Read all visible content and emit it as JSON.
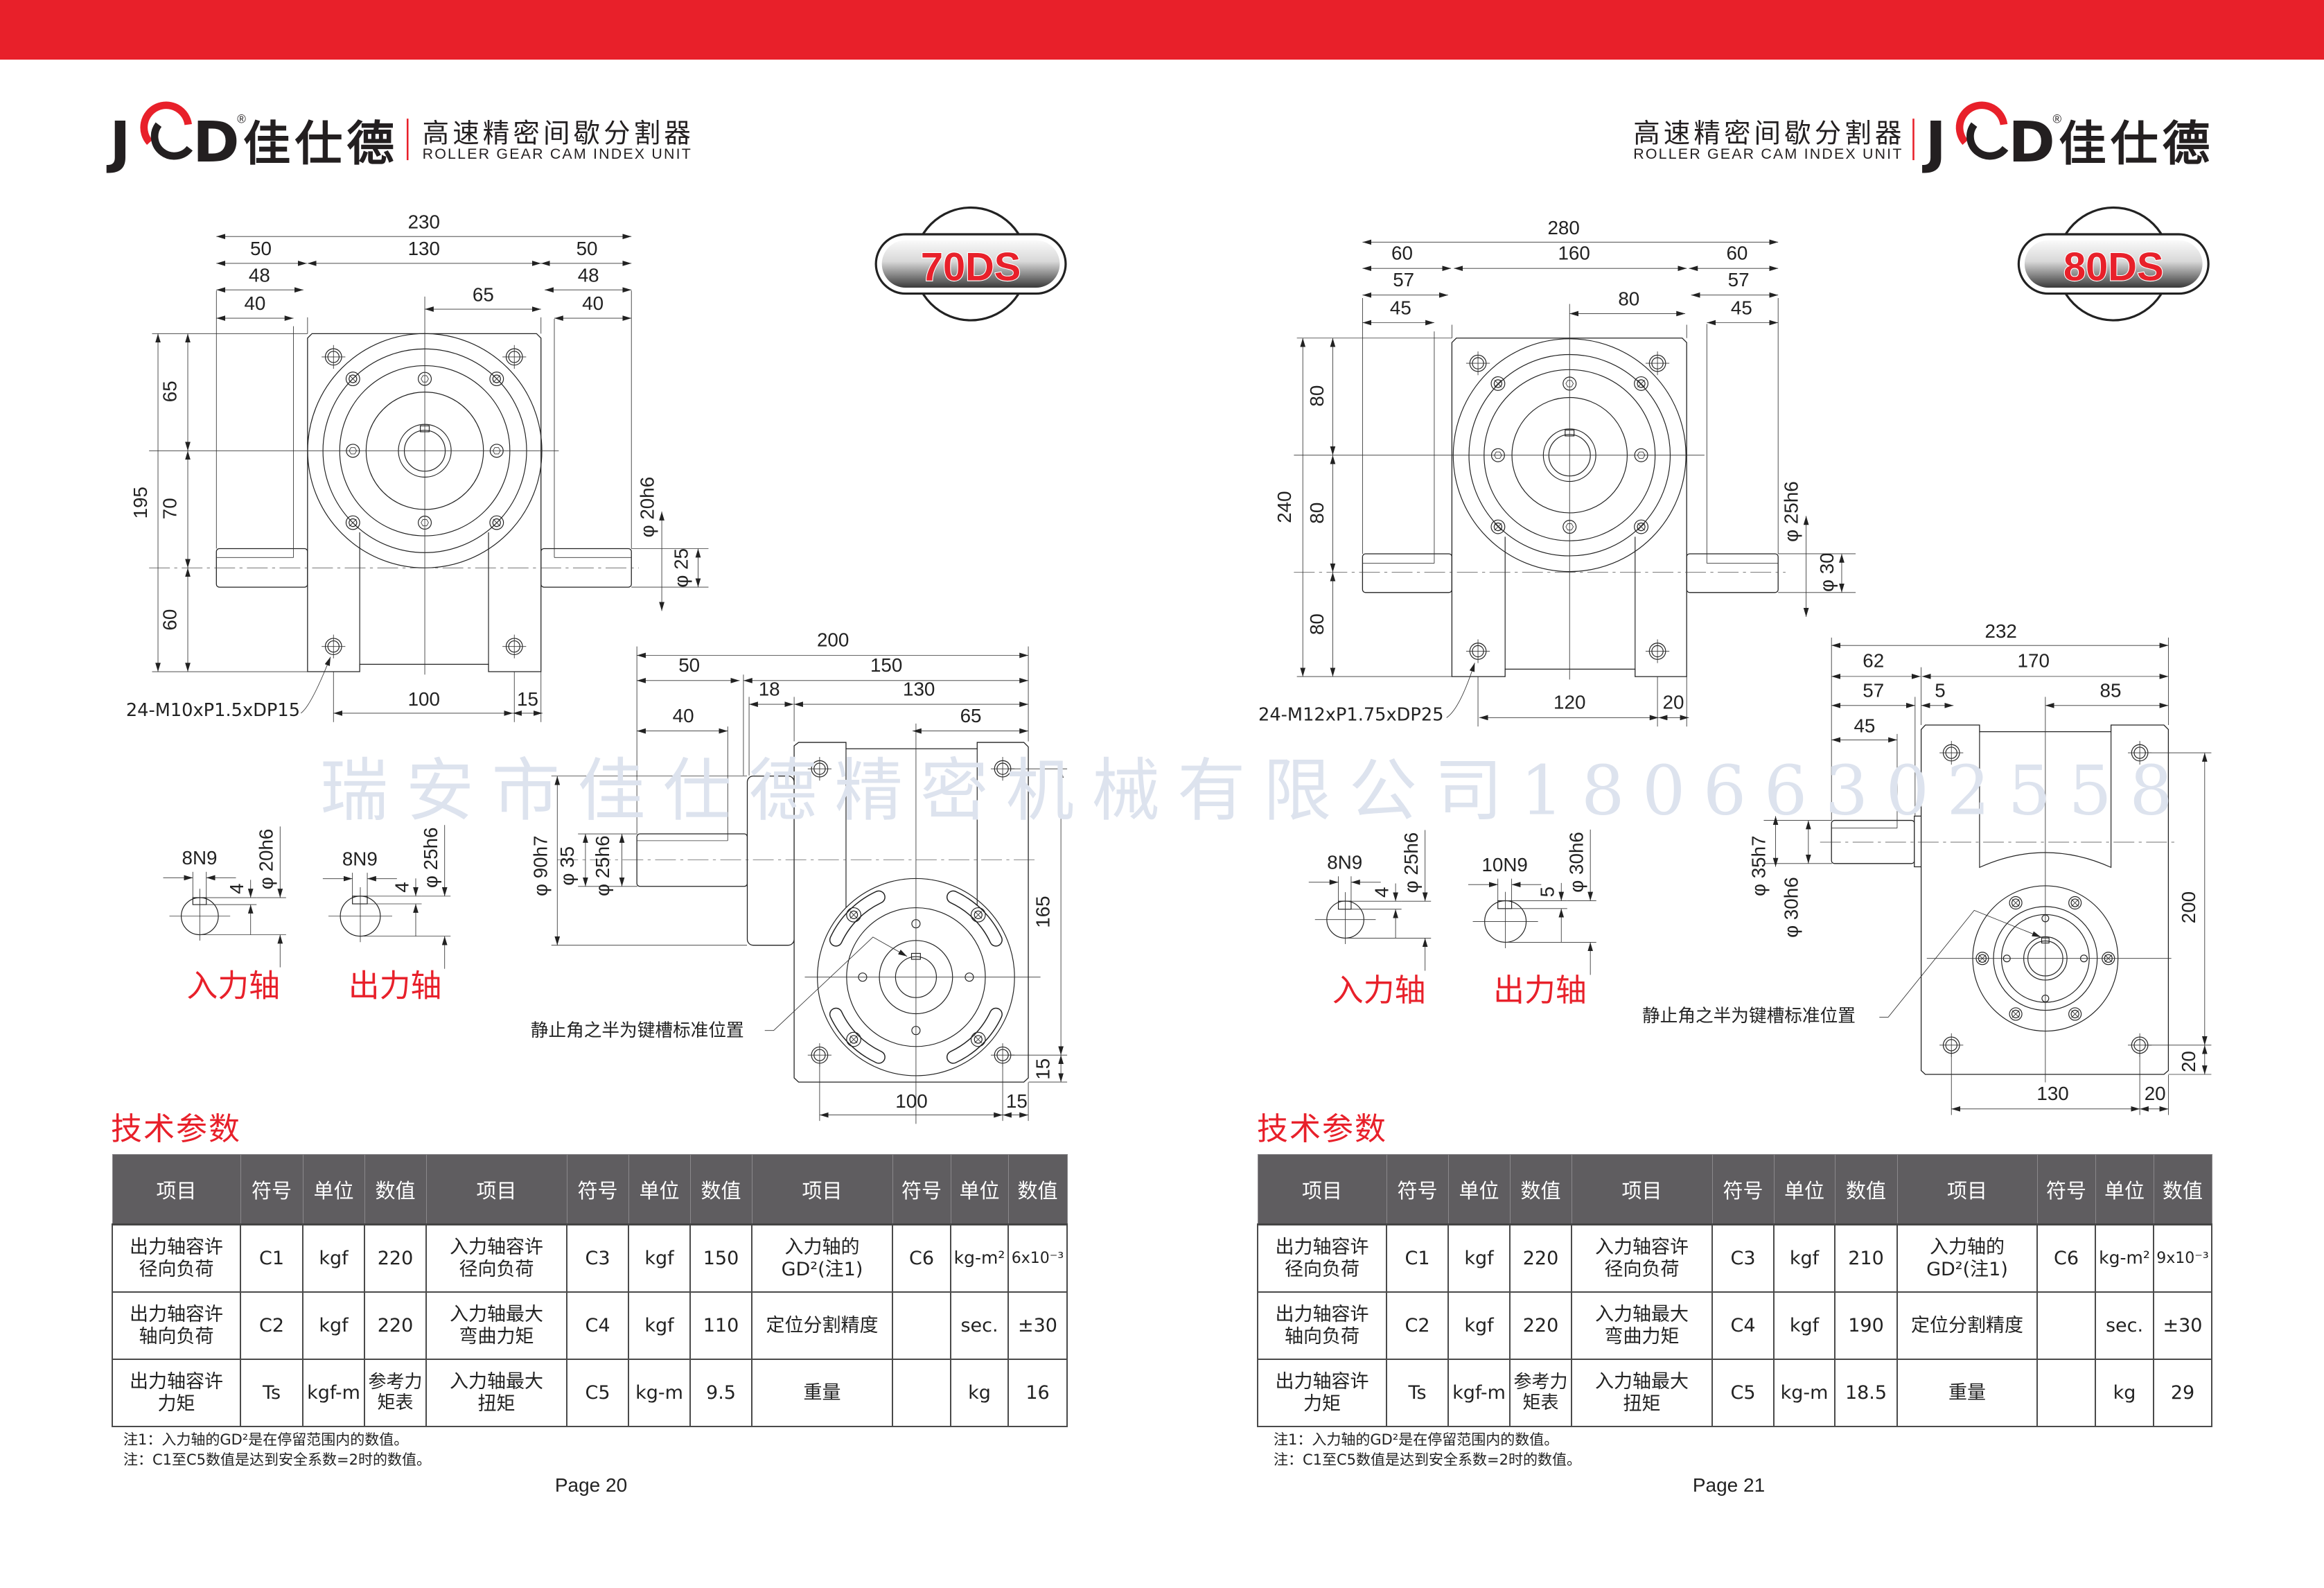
{
  "watermark": "瑞安市佳仕德精密机械有限公司18066302558",
  "colors": {
    "brand_red": "#e8202a",
    "table_header": "#5f5d60",
    "watermark": "#dde3ee"
  },
  "pages": [
    {
      "logo": {
        "j": "J",
        "d": "D",
        "mark": "®",
        "cn": "佳仕德"
      },
      "header": {
        "cn": "高速精密间歇分割器",
        "en": "ROLLER GEAR CAM INDEX UNIT"
      },
      "model": "70DS",
      "front": {
        "dims": [
          "230",
          "50",
          "130",
          "50",
          "48",
          "48",
          "65",
          "40",
          "40",
          "195",
          "65",
          "70",
          "60",
          "φ 20h6",
          "φ 25",
          "100",
          "15"
        ],
        "note": "24-M10xP1.5xDP15"
      },
      "side": {
        "dims": [
          "200",
          "50",
          "150",
          "18",
          "130",
          "40",
          "65",
          "φ 90h7",
          "φ 35",
          "φ 25h6",
          "165",
          "15",
          "100",
          "15"
        ],
        "note": "静止角之半为键槽标准位置"
      },
      "keyway": {
        "input": {
          "width": "8N9",
          "depth": "4",
          "dia": "φ 20h6",
          "label": "入力轴"
        },
        "output": {
          "width": "8N9",
          "depth": "4",
          "dia": "φ 25h6",
          "label": "出力轴"
        }
      },
      "section_title": "技术参数",
      "table": {
        "headers": [
          "项目",
          "符号",
          "单位",
          "数值",
          "项目",
          "符号",
          "单位",
          "数值",
          "项目",
          "符号",
          "单位",
          "数值"
        ],
        "rows": [
          [
            "出力轴容许\n径向负荷",
            "C1",
            "kgf",
            "220",
            "入力轴容许\n径向负荷",
            "C3",
            "kgf",
            "150",
            "入力轴的\nGD²(注1)",
            "C6",
            "kg-m²",
            "6x10⁻³"
          ],
          [
            "出力轴容许\n轴向负荷",
            "C2",
            "kgf",
            "220",
            "入力轴最大\n弯曲力矩",
            "C4",
            "kgf",
            "110",
            "定位分割精度",
            "",
            "sec.",
            "±30"
          ],
          [
            "出力轴容许\n力矩",
            "Ts",
            "kgf-m",
            "参考力\n矩表",
            "入力轴最大\n扭矩",
            "C5",
            "kg-m",
            "9.5",
            "重量",
            "",
            "kg",
            "16"
          ]
        ]
      },
      "notes": [
        "注1：入力轴的GD²是在停留范围内的数值。",
        "注：C1至C5数值是达到安全系数=2时的数值。"
      ],
      "page_label": "Page 20"
    },
    {
      "logo": {
        "j": "J",
        "d": "D",
        "mark": "®",
        "cn": "佳仕德"
      },
      "header": {
        "cn": "高速精密间歇分割器",
        "en": "ROLLER GEAR CAM INDEX UNIT"
      },
      "model": "80DS",
      "front": {
        "dims": [
          "280",
          "60",
          "160",
          "60",
          "57",
          "57",
          "80",
          "45",
          "45",
          "240",
          "80",
          "80",
          "80",
          "φ 25h6",
          "φ 30",
          "120",
          "20"
        ],
        "note": "24-M12xP1.75xDP25"
      },
      "side": {
        "dims": [
          "232",
          "62",
          "170",
          "57",
          "5",
          "85",
          "45",
          "φ 30h6",
          "φ 35h7",
          "200",
          "20",
          "130",
          "20"
        ],
        "note": "静止角之半为键槽标准位置"
      },
      "keyway": {
        "input": {
          "width": "8N9",
          "depth": "4",
          "dia": "φ 25h6",
          "label": "入力轴"
        },
        "output": {
          "width": "10N9",
          "depth": "5",
          "dia": "φ 30h6",
          "label": "出力轴"
        }
      },
      "section_title": "技术参数",
      "table": {
        "headers": [
          "项目",
          "符号",
          "单位",
          "数值",
          "项目",
          "符号",
          "单位",
          "数值",
          "项目",
          "符号",
          "单位",
          "数值"
        ],
        "rows": [
          [
            "出力轴容许\n径向负荷",
            "C1",
            "kgf",
            "220",
            "入力轴容许\n径向负荷",
            "C3",
            "kgf",
            "210",
            "入力轴的\nGD²(注1)",
            "C6",
            "kg-m²",
            "9x10⁻³"
          ],
          [
            "出力轴容许\n轴向负荷",
            "C2",
            "kgf",
            "220",
            "入力轴最大\n弯曲力矩",
            "C4",
            "kgf",
            "190",
            "定位分割精度",
            "",
            "sec.",
            "±30"
          ],
          [
            "出力轴容许\n力矩",
            "Ts",
            "kgf-m",
            "参考力\n矩表",
            "入力轴最大\n扭矩",
            "C5",
            "kg-m",
            "18.5",
            "重量",
            "",
            "kg",
            "29"
          ]
        ]
      },
      "notes": [
        "注1：入力轴的GD²是在停留范围内的数值。",
        "注：C1至C5数值是达到安全系数=2时的数值。"
      ],
      "page_label": "Page 21"
    }
  ]
}
